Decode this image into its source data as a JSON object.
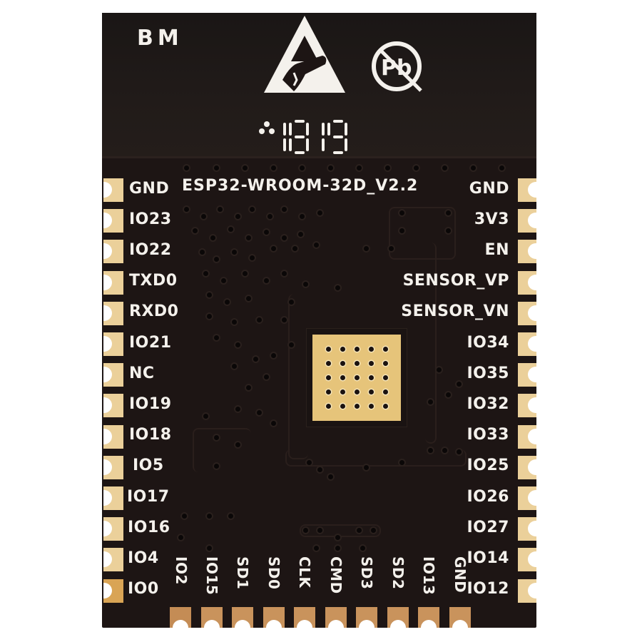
{
  "module": {
    "brand_mark": "BM",
    "model_label": "ESP32-WROOM-32D_V2.2",
    "date_code": "1819",
    "icons": [
      "esd-warning-icon",
      "lead-free-icon"
    ],
    "colors": {
      "pcb": "#1d1514",
      "silkscreen": "#f4f1ec",
      "pad_gold": "#ebd09a",
      "bottom_pad_copper": "#c9935c",
      "thermal_pad": "#e6c47a"
    }
  },
  "pins": {
    "left": [
      "GND",
      "IO23",
      "IO22",
      "TXD0",
      "RXD0",
      "IO21",
      "NC",
      "IO19",
      "IO18",
      "IO5",
      "IO17",
      "IO16",
      "IO4",
      "IO0"
    ],
    "right": [
      "GND",
      "3V3",
      "EN",
      "SENSOR_VP",
      "SENSOR_VN",
      "IO34",
      "IO35",
      "IO32",
      "IO33",
      "IO25",
      "IO26",
      "IO27",
      "IO14",
      "IO12"
    ],
    "bottom": [
      "IO2",
      "IO15",
      "SD1",
      "SD0",
      "CLK",
      "CMD",
      "SD3",
      "SD2",
      "IO13",
      "GND"
    ]
  },
  "thermal_pad": {
    "via_rows": 5,
    "via_cols": 5
  }
}
